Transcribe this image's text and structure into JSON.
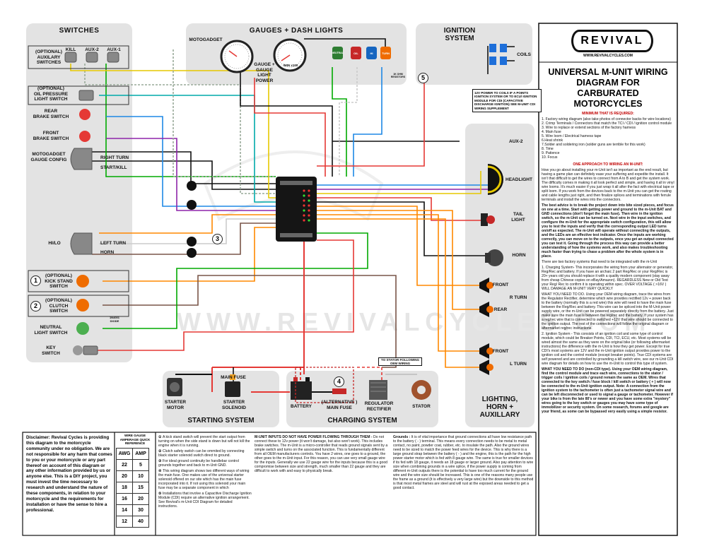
{
  "panels": {
    "switches": "SWITCHES",
    "gauges": "GAUGES + DASH LIGHTS",
    "ignition": "IGNITION\nSYSTEM",
    "starting": "STARTING SYSTEM",
    "charging": "CHARGING SYSTEM",
    "lighting": "LIGHTING,\nHORN +\nAUXILLARY"
  },
  "brand": {
    "logo_text": "REVIVAL",
    "url": "WWW.REVIVALCYCLES.COM",
    "watermark": "WWW.REVIVALCYCLES.COM",
    "title": "UNIVERSAL M-UNIT WIRING DIAGRAM FOR CARBURATED MOTORCYCLES"
  },
  "components": {
    "aux_switches": "(OPTIONAL)\nAUXILARY\nSWITCHES",
    "kill": "KILL",
    "aux2": "AUX-2",
    "aux1": "AUX-1",
    "oil_pressure": "(OPTIONAL)\nOIL PRESSURE\nLIGHT SWITCH",
    "rear_brake": "REAR\nBRAKE SWITCH",
    "front_brake": "FRONT\nBRAKE SWITCH",
    "motogadget_config": "MOTOGADGET\nGAUGE CONFIG",
    "right_turn": "RIGHT TURN",
    "start_kill": "START/KILL",
    "hi_lo": "HI/LO",
    "left_turn": "LEFT TURN",
    "horn_sw": "HORN",
    "kick_stand": "(OPTIONAL)\nKICK STAND\nSWITCH",
    "clutch": "(OPTIONAL)\nCLUTCH\nSWITCH",
    "diode": "1N4001\nDIODE",
    "neutral": "NEUTRAL\nLIGHT SWITCH",
    "key": "KEY\nSWITCH",
    "motogadget": "MOTOGADGET",
    "gauge_power": "GAUGE +\nGAUGE LIGHT\nPOWER",
    "speedo_unit": "/MIN x100",
    "led_labels": [
      "NEUTRAL",
      "OIL",
      "HI",
      "TURN"
    ],
    "led_resistor": "1K OHM\nRESISTORS",
    "coils": "COILS",
    "ignition_note": "12V POWER TO COILS IF A POINTS IGNITION SYSTEM OR TO ECU/ IGNITION MODULE FOR CDI (CAPACITIVE DISCHARGE IGNITION) SEE M-UNIT CDI WIRING SUPPLEMENT",
    "aux2_out": "AUX-2",
    "headlight": "HEADLIGHT",
    "tail_light": "TAIL\nLIGHT",
    "horn": "HORN",
    "front": "FRONT",
    "rear": "REAR",
    "r_turn": "R TURN",
    "l_turn": "L TURN",
    "starter_motor": "STARTER\nMOTOR",
    "main_fuse": "MAIN FUSE",
    "starter_solenoid": "STARTER\nSOLENOID",
    "battery": "BATTERY",
    "alt_fuse": "(ALTERNATIVE )\nMAIN FUSE",
    "regulator": "REGULATOR\nRECTIFIER",
    "stator_wiring": "TO STATOR FOLLOWING\nOEM WIRING",
    "stator": "STATOR",
    "num1": "1",
    "num2": "2",
    "num3": "3",
    "num4": "4",
    "num5": "5"
  },
  "requirements": {
    "heading": "MINIMUM THAT IS REQUIRED:",
    "items": [
      "1. Factory wiring diagram (also take photos of connector backs for wire locations)",
      "2. Crimp Terminals / Connectors that match the TCI / CDI / ignition control module",
      "3. Wire to replace or extend sections of the factory harness",
      "4. Main fuse",
      "5. Wire loom / Electrical harness tape",
      "6.Heat shrink",
      "7.Solder and soldering iron (solder guns are terrible for this work)",
      "8. Time",
      "9. Patience",
      "10. Focus"
    ]
  },
  "approach": {
    "heading": "ONE APPROACH TO WIRING AN M-UNIT:",
    "p1": "How you go about installing your m-Unit isn't as important as the end result, but having a game plan can definitely ease your suffering and expedite the install. It isn't that difficult to get the wires to connect from A to B and get the system work. The difficulty comes in making it all look perfect and simple, and having it all in vinyl wire looms. It's much easier if you just wrap it all after the fact with electrical tape or split loom. If you work from the devices back to the m-Unit you can get the routing and cable lengths just right, and then finalize splices and terminations with ferrule terminals and install the wires into the connectors.",
    "p2": "The best advice is to break the project down into bite sized pieces, and focus on one at a time. Start with getting power and ground to the m-Unit BAT and GND connections (don't forget the main fuse). Then wire in the ignition switch, so the m-Unit can be turned on. Next wire in the input switches, and configure the m-Unit for the appropriate switch configuration, this will allow you to test the inputs and verify that the corresponding output LED turns on/off as expected. The m-Unit will operate without connecting the outputs, and the LEDs are an effective test indicator. Once the inputs are working correctly, you can move on to the outputs, once you get an output connected you can test it. Going through the process this way can provide a better understanding of how the systems work, and also makes troubleshooting much faster than trying to chase a problem after the whole system is in place.",
    "p3": "There are two factory systems that need to be integrated with the m-Unit",
    "p4": "1. Charging System- This incorporates the wiring from your alternator or generator, Reg/Rec and battery. If you have an archaic 2 part Reg/Rec or your Reg/Rec is 20+ years old you should replace it with a quality modern component (stay away from cheap Chinese copies on eBay/Amazon). REGARDLESS New or Old Test your Reg/ Rec to confirm it is operating within spec. OVER VOLTAGE ( >16V ) WILL DAMAGE AN M-UNIT VERY QUICKLY",
    "p5": "WHAT YOU NEED TO DO. Using your OEM wiring diagram, trace the wires from the Regulator Rectifier, determine which wire provides rectified 12v + power back to the battery (normally this is a red wire) this wire will need to have the main fuse between the Reg/Rec and battery. This wire can be spliced into the M-Unit power supply wire, or the m-Unit can be powered separately directly from the battery. Just make sure the main fuse is between the reg/rec and the battery. If your system has a reg/rec wire that is connected to switched +12V that wire should be connected to the ignition output. The rest of the connections will follow the original diagram or aftermarket reg/rec instructions.",
    "p6": "2. Ignition System - This consists of an ignition coil and some type of control module, which could be Breaker Points, CDI, TCI, ECU, etc. Most systems will be wired almost the same as they were on the original bike (or following aftermarket instructions) the difference with the m-Unit is how they get power. Except for true CDI's most systems are 12V and the m-Unit ignition output provides power to the ignition coil and the control module (except breaker points). True CDI systems are self powered and are controlled by grounding a kill switch wire, see our m-Unit CDI wire diagram for details on how to use the m-Unit to control this type of system.",
    "p7": "WHAT YOU NEED TO DO (non-CDI type). Using your OEM wiring diagram, find the control module and trace each wire, connections to the stator / trigger coils / ignition coils / ground remain the same as OEM. Wires that connected to the key switch / fuse block / kill switch or battery ( + ) will now be connected to the m-Unit ignition output. Note: A connection from the ignition system to the tachometer is often just a tachometer signal wire and can be left disconnected or used to signal a gauge or tachometer. However if your bike is from the late 80's or newer and you have some extra \"mystery\" wires going to the key switch or gauges you may have some type of immobilizer or security system. On some research, forums and google are your friend, as some can be bypassed very easily using a simple resistor."
  },
  "disclaimer": "Disclaimer: Revival Cycles is providing this diagram to the motorcycle community under no obligation. We are not responsible for any harm that comes to you or your motorcycle or any part thereof on account of this diagram or any other information provided by us or anyone else. This is a DIY project, you must invest the time necessary to research and understand the nature of these components, in relation to your motorcycle and the requirements for installation or have the sense to hire a professional.",
  "awg_table": {
    "title": "WIRE GAUGE AMPERAGE QUICK REFERENCE",
    "headers": [
      "AWG",
      "AMP"
    ],
    "rows": [
      [
        "22",
        "5"
      ],
      [
        "20",
        "10"
      ],
      [
        "18",
        "15"
      ],
      [
        "16",
        "20"
      ],
      [
        "14",
        "30"
      ],
      [
        "12",
        "40"
      ]
    ]
  },
  "notes": [
    "A kick stand switch will prevent the start output from turning on when the side stand is down but will not kill the engine when it is running.",
    "Clutch safety switch can be ommited by connecting black starter solenoid switch direct to ground.",
    "For ideal ground continuity be handlebar control grounds together and back to m-Unit GND.",
    "This wiring diagram shows two different ways of wiring the main fuse. One makes use of the universal starter solenoid offered on our site which has the main fuse incorporated into it. If not using this solenoid your main fuse may be a separate component in which",
    "Installations that involve a Capacitive Discharge Ignition Module (CDI) require an alternative ignition arrangement. See Revival's m-Unit CDI Diagram for detailed instructions."
  ],
  "inputs_text": {
    "heading": "M-UNIT INPUTS DO NOT HAVE POWER FLOWING THROUGH THEM -",
    "body": "Do not connect these to 12v power (it won't damage, but also won't work). This includes brake switches. The m-Unit is a micro-controller that reads ground signals sent by a simple switch and turns on the associated function. This is fundamentally different from all OEM manufacturers controls. You have 2 wires, one goes to a ground, the other goes to the m-Unit input. For this reason, you can use very small gauge wire for the inputs. Generally we use 22 gauge wire for the inputs because this is a good compromise between size and strength, much smaller than 22 gauge and they are difficult to work with and easy to physically break."
  },
  "grounds_text": {
    "heading": "Grounds :",
    "body": "It is of vital importance that ground connections all have low resistance path to the battery ( - ) terminal. This means every connection needs to be metal to metal contact, no paint, powder coat, rubber, etc. to insulate the path. Also the ground wires need to be sized to match the power feed wires for the device. This is why there is a large ground strap between the battery ( - ) and the engine, this is the path for the high power starter motor which is fed with 8 gauge wire. The same is true for smaller devices if its fed with 18 gauge, it needs an 18 gauge or larger ground. Also pay attention to wire size when combining grounds in a wire splice, if the power supply is coming from different m-Unit outputs there is the potential to have too much current for the ground wire and the wire size should be increased. This is one of the reasons many people use the frame as a ground (it is effectively a very large wire) but the downside to this method is that most metal frames are steel and will rust at the exposed areas needed to get a good contact."
  }
}
